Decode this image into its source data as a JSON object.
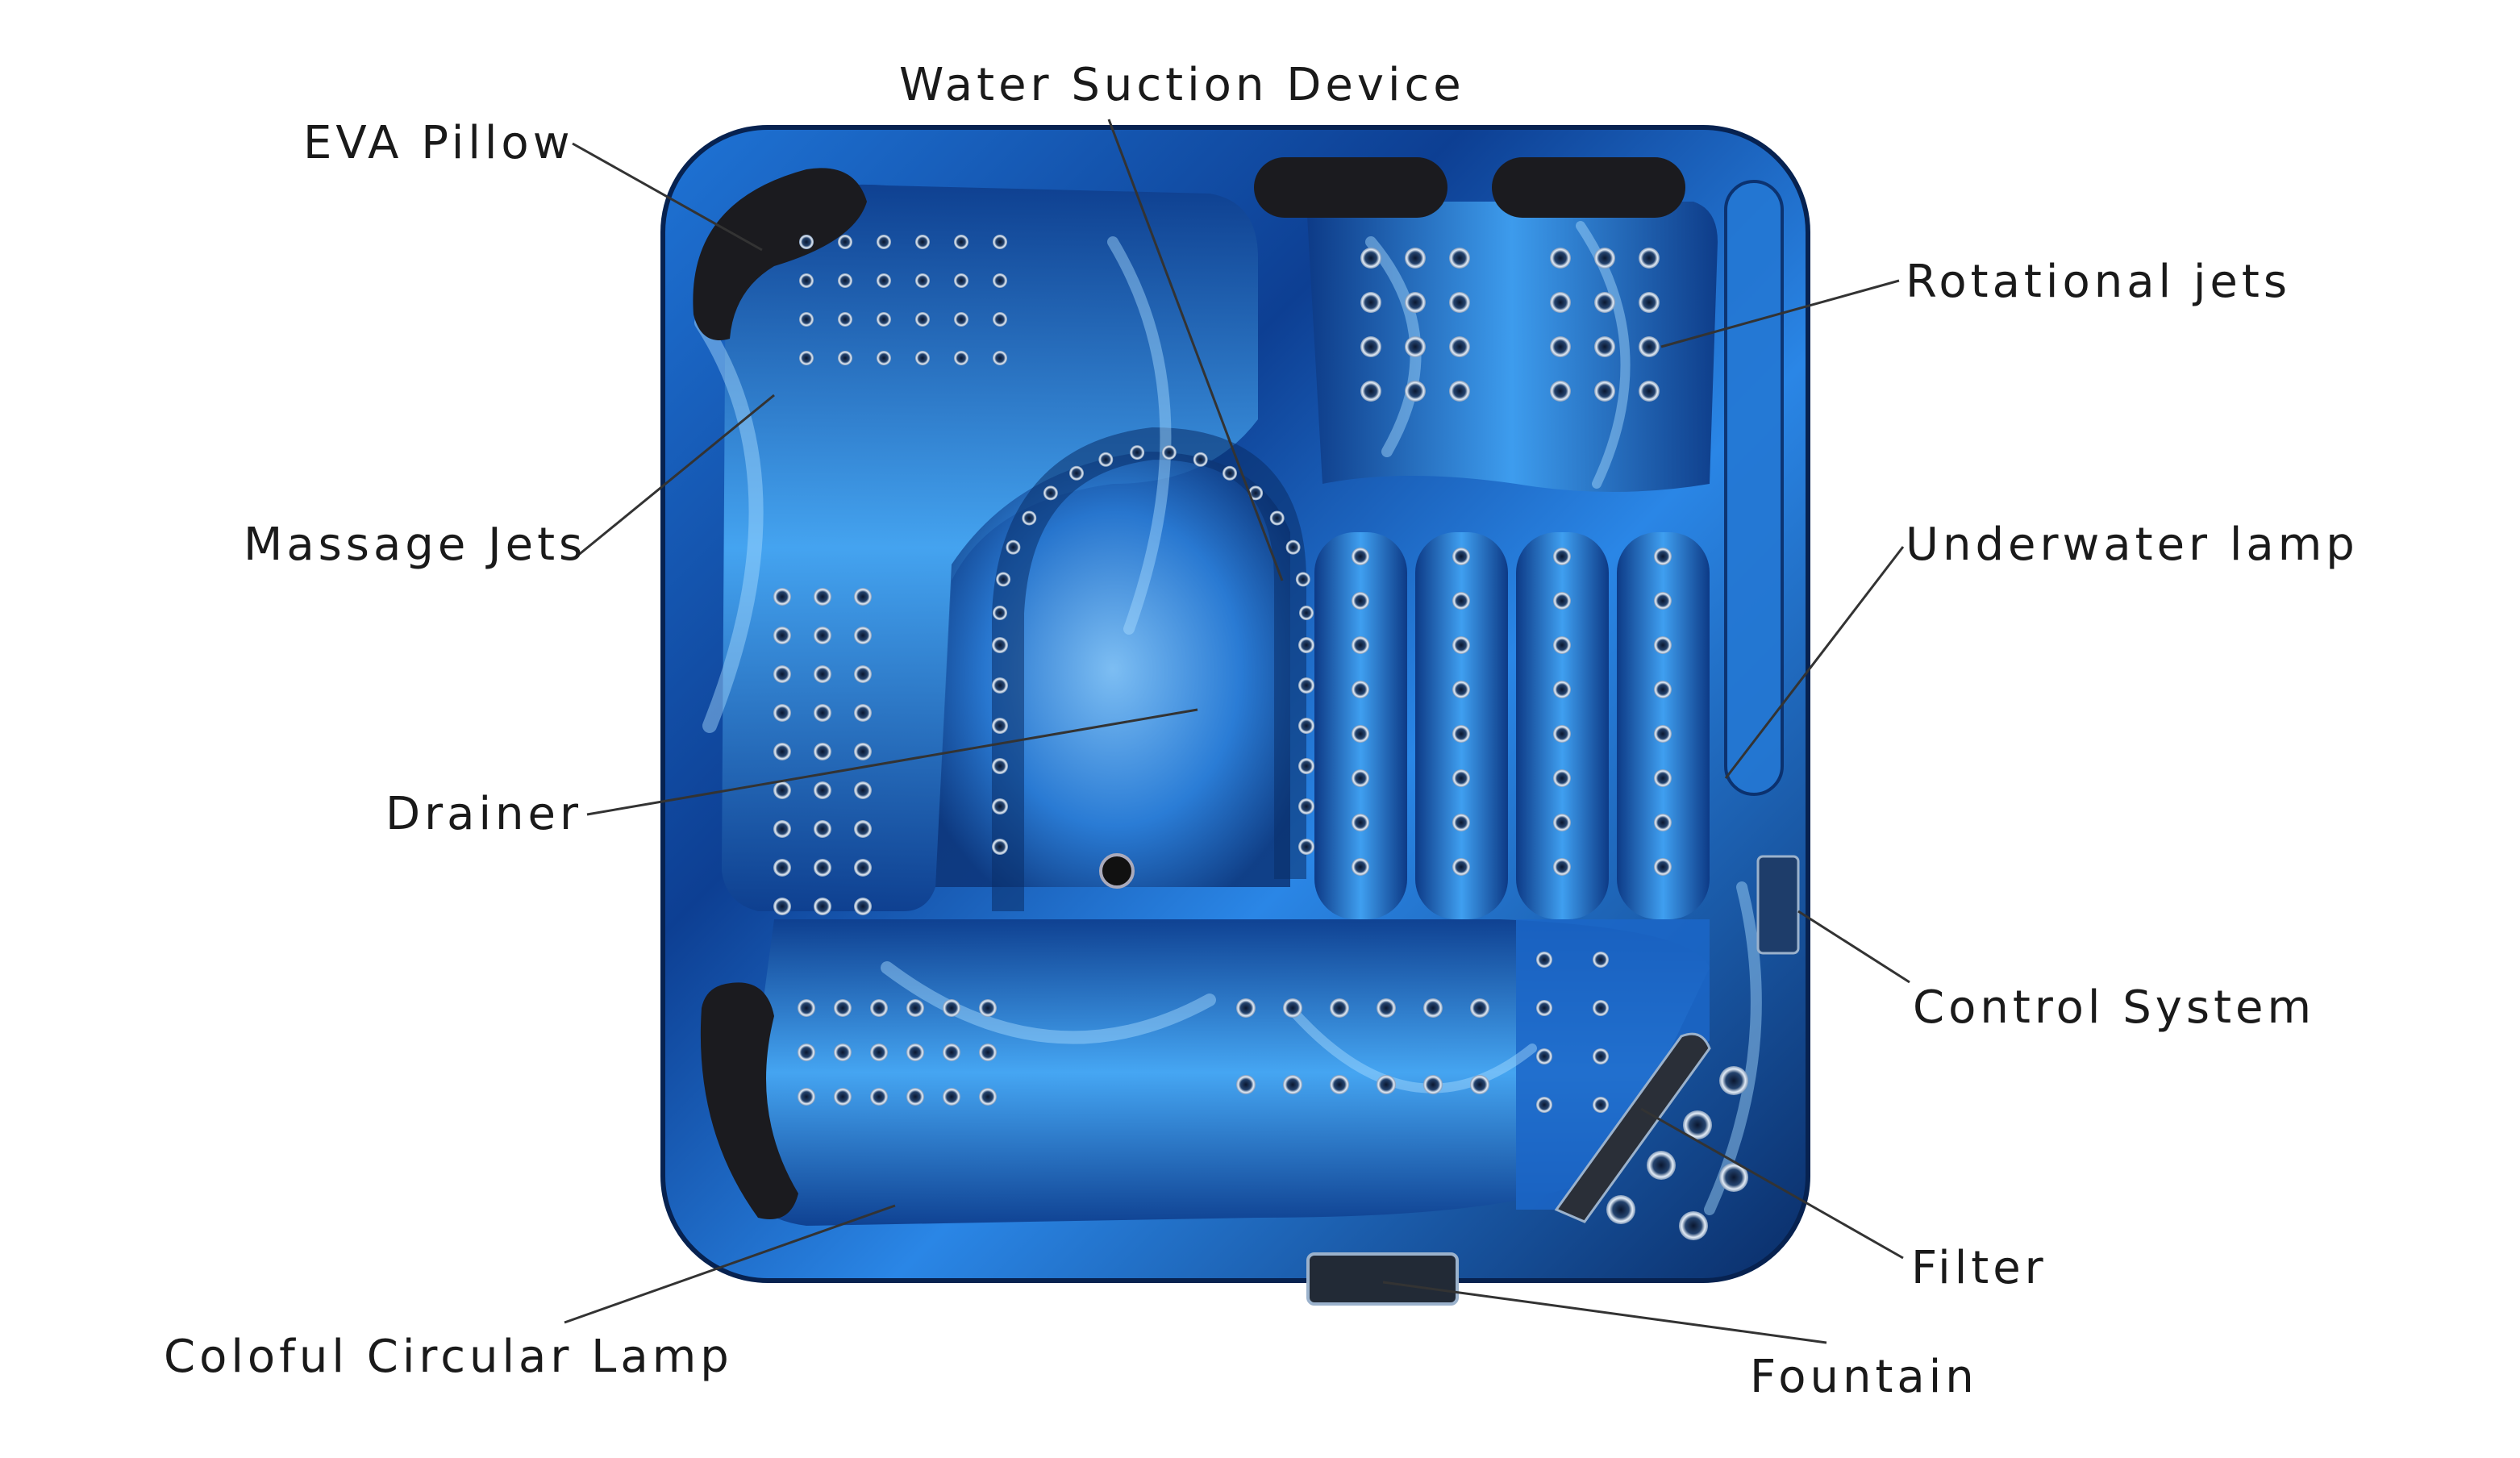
{
  "diagram": {
    "labels": {
      "water_suction_device": "Water Suction Device",
      "eva_pillow": "EVA Pillow",
      "rotational_jets": "Rotational jets",
      "massage_jets": "Massage Jets",
      "underwater_lamp": "Underwater lamp",
      "drainer": "Drainer",
      "control_system": "Control System",
      "filter": "Filter",
      "coloful_circular_lamp": "Coloful Circular Lamp",
      "fountain": "Fountain"
    },
    "colors": {
      "shell_dark": "#0b2f6e",
      "shell_mid": "#1a5fc0",
      "shell_light": "#4aa6f2",
      "highlight": "#a9dcff",
      "pillow": "#1b1b1f",
      "jet_ring": "#c9d6e6",
      "leader_line": "#333333",
      "text": "#1a1a1a"
    }
  }
}
